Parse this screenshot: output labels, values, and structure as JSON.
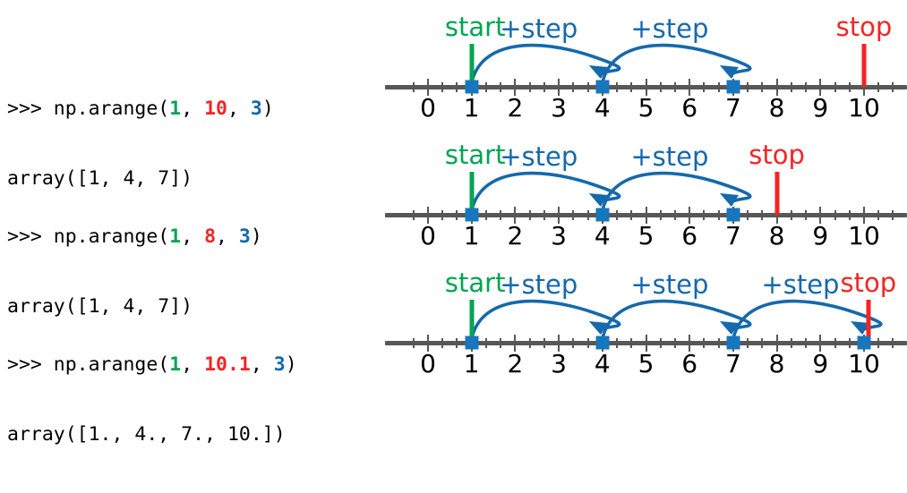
{
  "figure": {
    "title": "numpy.arange start stop step number line illustration",
    "colors": {
      "start": "#00a550",
      "stop": "#f52424",
      "step": "#1569ac",
      "marker": "#1876bc",
      "axis": "#575757",
      "text": "#000000",
      "background": "#ffffff"
    },
    "axis": {
      "tick_labels": [
        "0",
        "1",
        "2",
        "3",
        "4",
        "5",
        "6",
        "7",
        "8",
        "9",
        "10"
      ],
      "min": 0,
      "max": 10,
      "minor_ticks_per_interval": 2
    },
    "labels": {
      "start": "start",
      "stop": "stop",
      "step": "+step"
    }
  },
  "rows": [
    {
      "id": "row-1",
      "code": {
        "prompt": ">>> ",
        "call_prefix": "np.arange(",
        "start": "1",
        "sep1": ", ",
        "stop": "10",
        "sep2": ", ",
        "step": "3",
        "call_suffix": ")",
        "output": "array([1, 4, 7])"
      },
      "start_value": 1,
      "stop_value": 10,
      "step_value": 3,
      "points": [
        1,
        4,
        7
      ],
      "arrows": [
        {
          "from": 1,
          "to": 4,
          "label": "+step"
        },
        {
          "from": 4,
          "to": 7,
          "label": "+step"
        }
      ]
    },
    {
      "id": "row-2",
      "code": {
        "prompt": ">>> ",
        "call_prefix": "np.arange(",
        "start": "1",
        "sep1": ", ",
        "stop": "8",
        "sep2": ", ",
        "step": "3",
        "call_suffix": ")",
        "output": "array([1, 4, 7])"
      },
      "start_value": 1,
      "stop_value": 8,
      "step_value": 3,
      "points": [
        1,
        4,
        7
      ],
      "arrows": [
        {
          "from": 1,
          "to": 4,
          "label": "+step"
        },
        {
          "from": 4,
          "to": 7,
          "label": "+step"
        }
      ]
    },
    {
      "id": "row-3",
      "code": {
        "prompt": ">>> ",
        "call_prefix": "np.arange(",
        "start": "1",
        "sep1": ", ",
        "stop": "10.1",
        "sep2": ", ",
        "step": "3",
        "call_suffix": ")",
        "output": "array([1., 4., 7., 10.])"
      },
      "start_value": 1,
      "stop_value": 10.1,
      "step_value": 3,
      "points": [
        1,
        4,
        7,
        10
      ],
      "arrows": [
        {
          "from": 1,
          "to": 4,
          "label": "+step"
        },
        {
          "from": 4,
          "to": 7,
          "label": "+step"
        },
        {
          "from": 7,
          "to": 10,
          "label": "+step"
        }
      ]
    }
  ]
}
